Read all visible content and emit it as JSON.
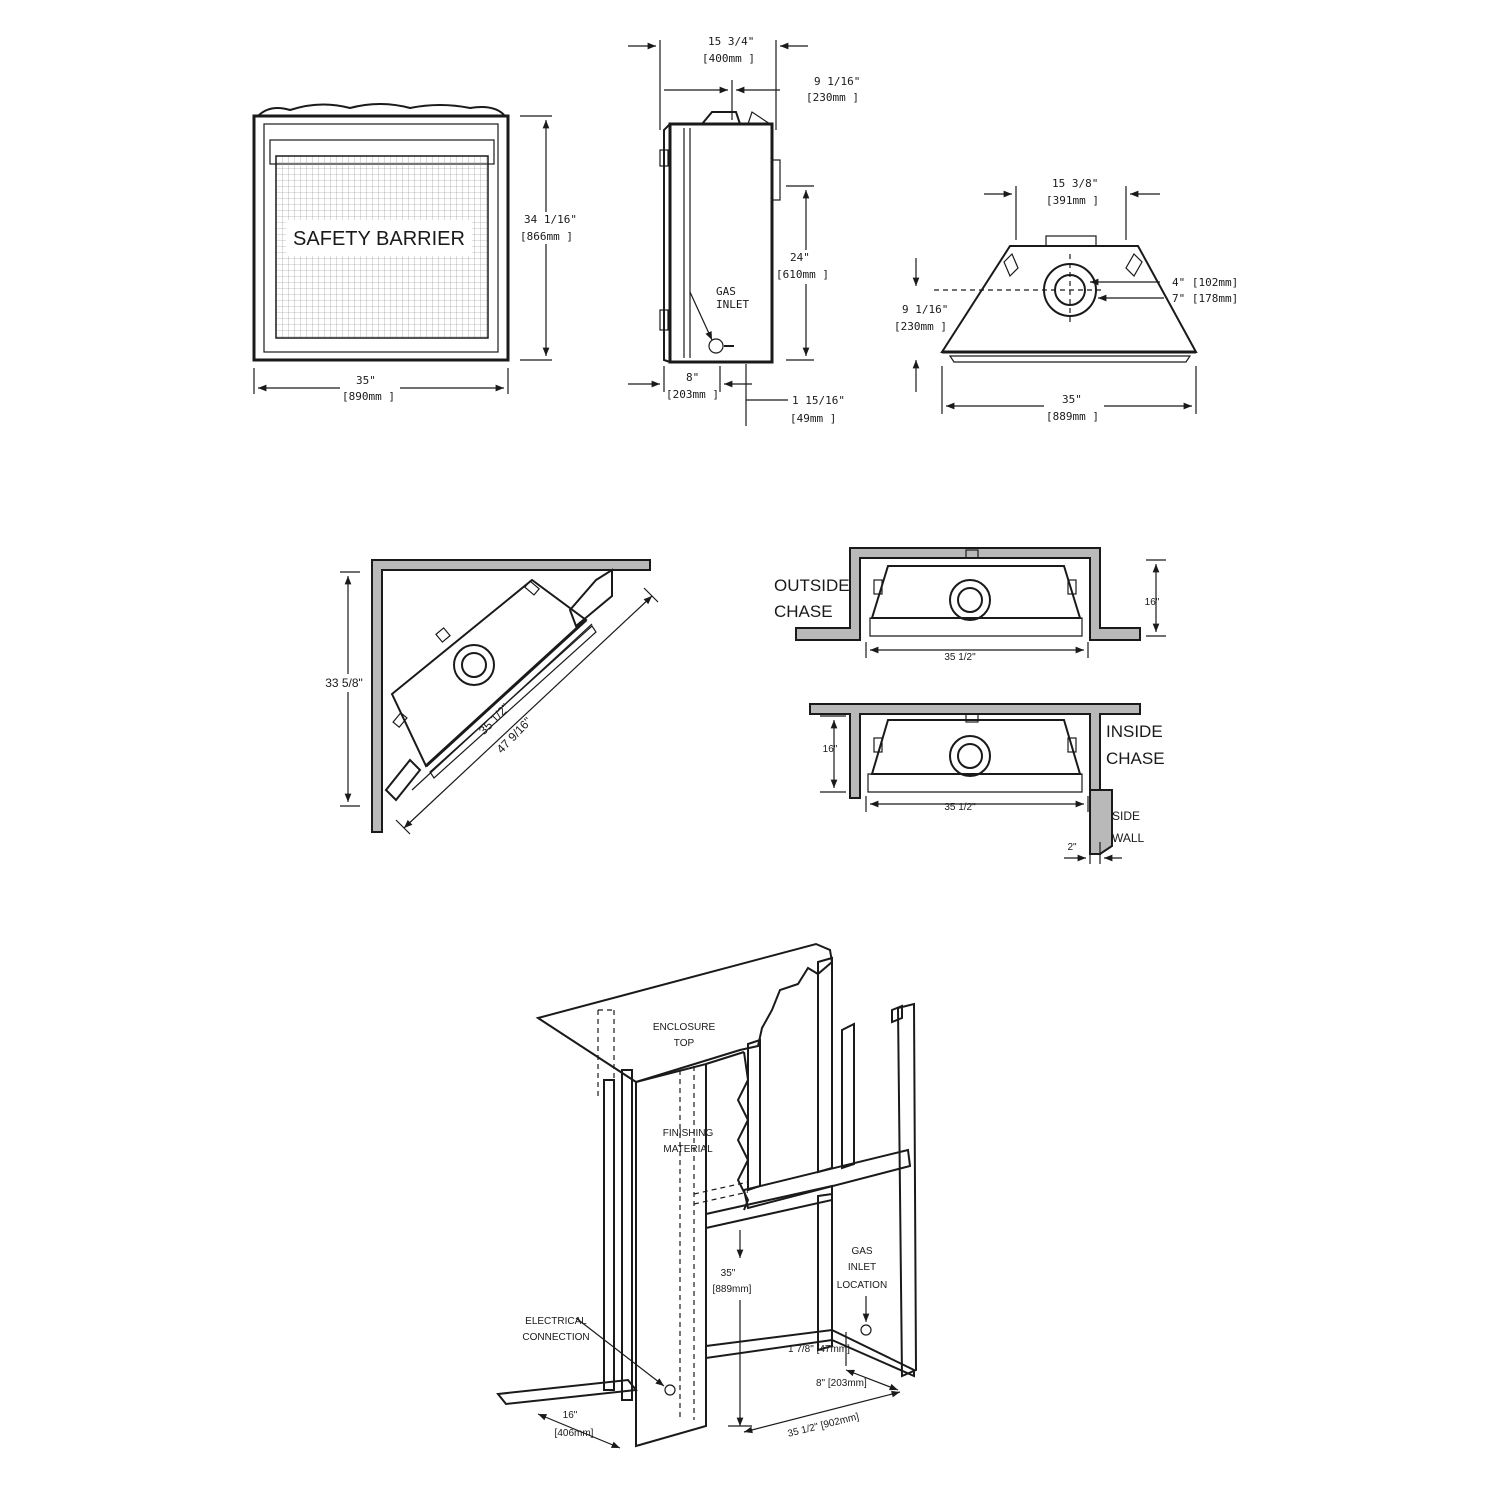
{
  "front_view": {
    "barrier_label": "SAFETY BARRIER",
    "height_in": "34 1/16\"",
    "height_mm": "[866mm ]",
    "width_in": "35\"",
    "width_mm": "[890mm ]"
  },
  "side_view": {
    "depth_top_in": "15 3/4\"",
    "depth_top_mm": "[400mm ]",
    "vent_offset_in": "9 1/16\"",
    "vent_offset_mm": "[230mm ]",
    "height_in": "24\"",
    "height_mm": "[610mm ]",
    "gas_inlet_line1": "GAS",
    "gas_inlet_line2": "INLET",
    "base_in": "8\"",
    "base_mm": "[203mm ]",
    "inlet_offset_in": "1 15/16\"",
    "inlet_offset_mm": "[49mm ]"
  },
  "top_view": {
    "back_width_in": "15 3/8\"",
    "back_width_mm": "[391mm ]",
    "inner_diam": "4\" [102mm]",
    "outer_diam": "7\" [178mm]",
    "depth_in": "9 1/16\"",
    "depth_mm": "[230mm ]",
    "front_width_in": "35\"",
    "front_width_mm": "[889mm ]"
  },
  "corner_install": {
    "side_dim": "33 5/8\"",
    "unit_width": "35 1/2\"",
    "diagonal_dim": "47 9/16\""
  },
  "outside_chase": {
    "label_line1": "OUTSIDE",
    "label_line2": "CHASE",
    "depth": "16\"",
    "width": "35 1/2\""
  },
  "inside_chase": {
    "label_line1": "INSIDE",
    "label_line2": "CHASE",
    "depth": "16\"",
    "width": "35 1/2\"",
    "side_wall_line1": "SIDE",
    "side_wall_line2": "WALL",
    "side_offset": "2\""
  },
  "framing": {
    "enclosure_top_line1": "ENCLOSURE",
    "enclosure_top_line2": "TOP",
    "finishing_line1": "FINISHING",
    "finishing_line2": "MATERIAL",
    "height_in": "35\"",
    "height_mm": "[889mm]",
    "gas_line1": "GAS",
    "gas_line2": "INLET",
    "gas_line3": "LOCATION",
    "inlet_height": "1 7/8\" [47mm]",
    "inlet_depth": "8\" [203mm]",
    "width": "35 1/2\" [902mm]",
    "electrical_line1": "ELECTRICAL",
    "electrical_line2": "CONNECTION",
    "depth_in": "16\"",
    "depth_mm": "[406mm]"
  }
}
